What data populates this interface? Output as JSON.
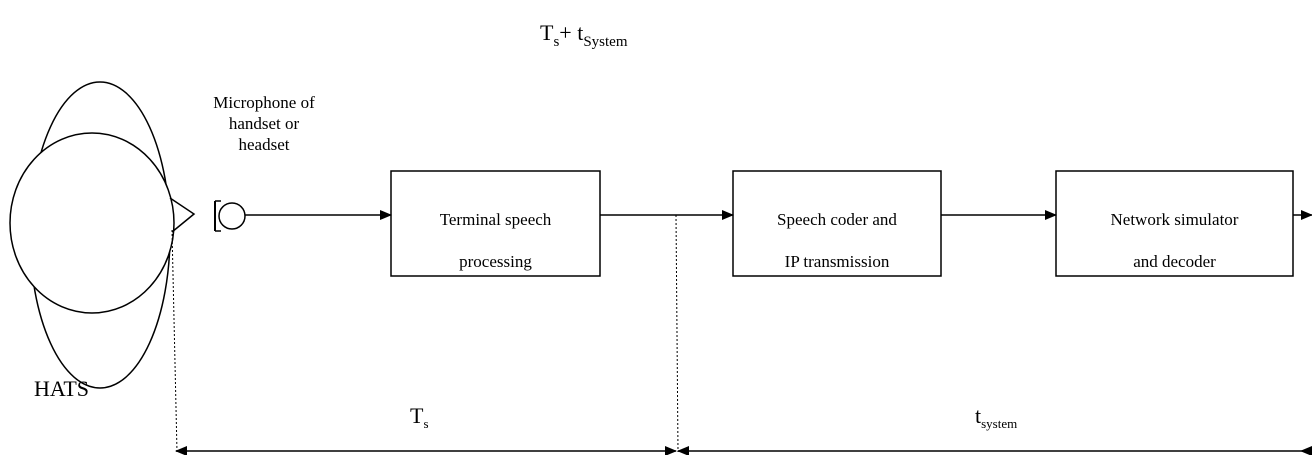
{
  "header": {
    "total_main": "T",
    "total_main_sub": "s",
    "total_plus": "+ t",
    "total_plus_sub": "System"
  },
  "hats": {
    "label": "HATS"
  },
  "microphone": {
    "label_line1": "Microphone of",
    "label_line2": "handset or",
    "label_line3": "headset"
  },
  "blocks": [
    {
      "line1": "Terminal speech",
      "line2": "processing"
    },
    {
      "line1": "Speech coder and",
      "line2": "IP transmission"
    },
    {
      "line1": "Network simulator",
      "line2": "and decoder"
    }
  ],
  "intervals": {
    "ts_main": "T",
    "ts_sub": "s",
    "tsystem_main": "t",
    "tsystem_sub": "system"
  }
}
